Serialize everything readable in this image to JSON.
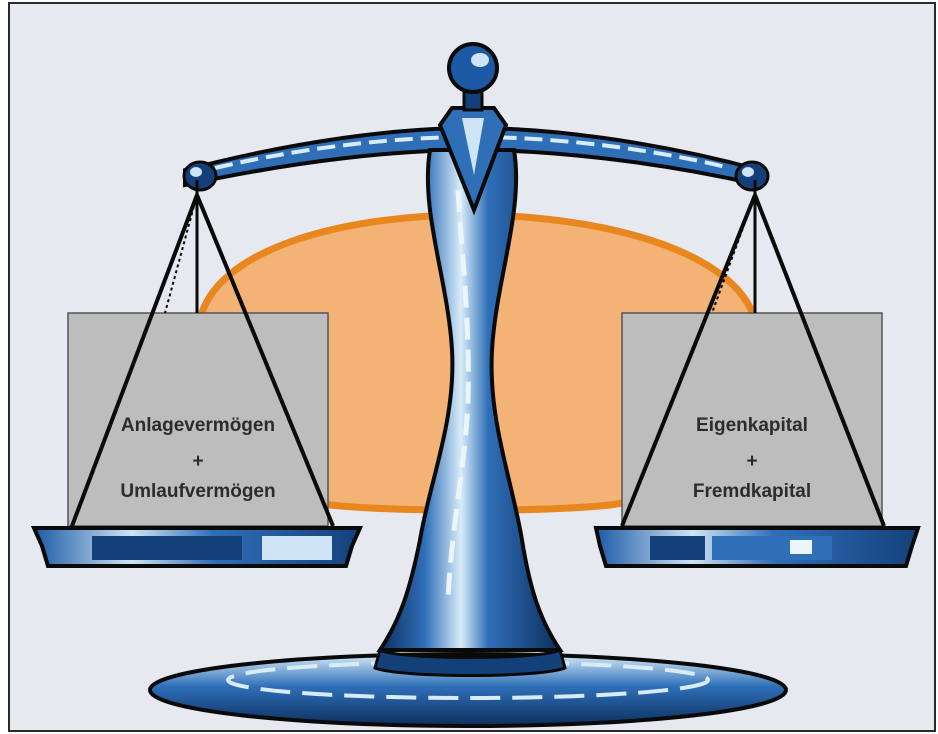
{
  "left_pan": {
    "line1": "Anlagevermögen",
    "line2": "+",
    "line3": "Umlaufvermögen"
  },
  "right_pan": {
    "line1": "Eigenkapital",
    "line2": "+",
    "line3": "Fremdkapital"
  },
  "colors": {
    "background": "#e6e9f0",
    "frame": "#2a2a2a",
    "orange_fill": "#f3b276",
    "orange_stroke": "#e8871e",
    "box_fill": "#bdbdbd",
    "dark_blue": "#14407a",
    "mid_blue": "#2f6fb8",
    "light_blue": "#cfe4f4",
    "black": "#0a0a0a"
  },
  "icons": [
    "balance-scale-icon"
  ]
}
